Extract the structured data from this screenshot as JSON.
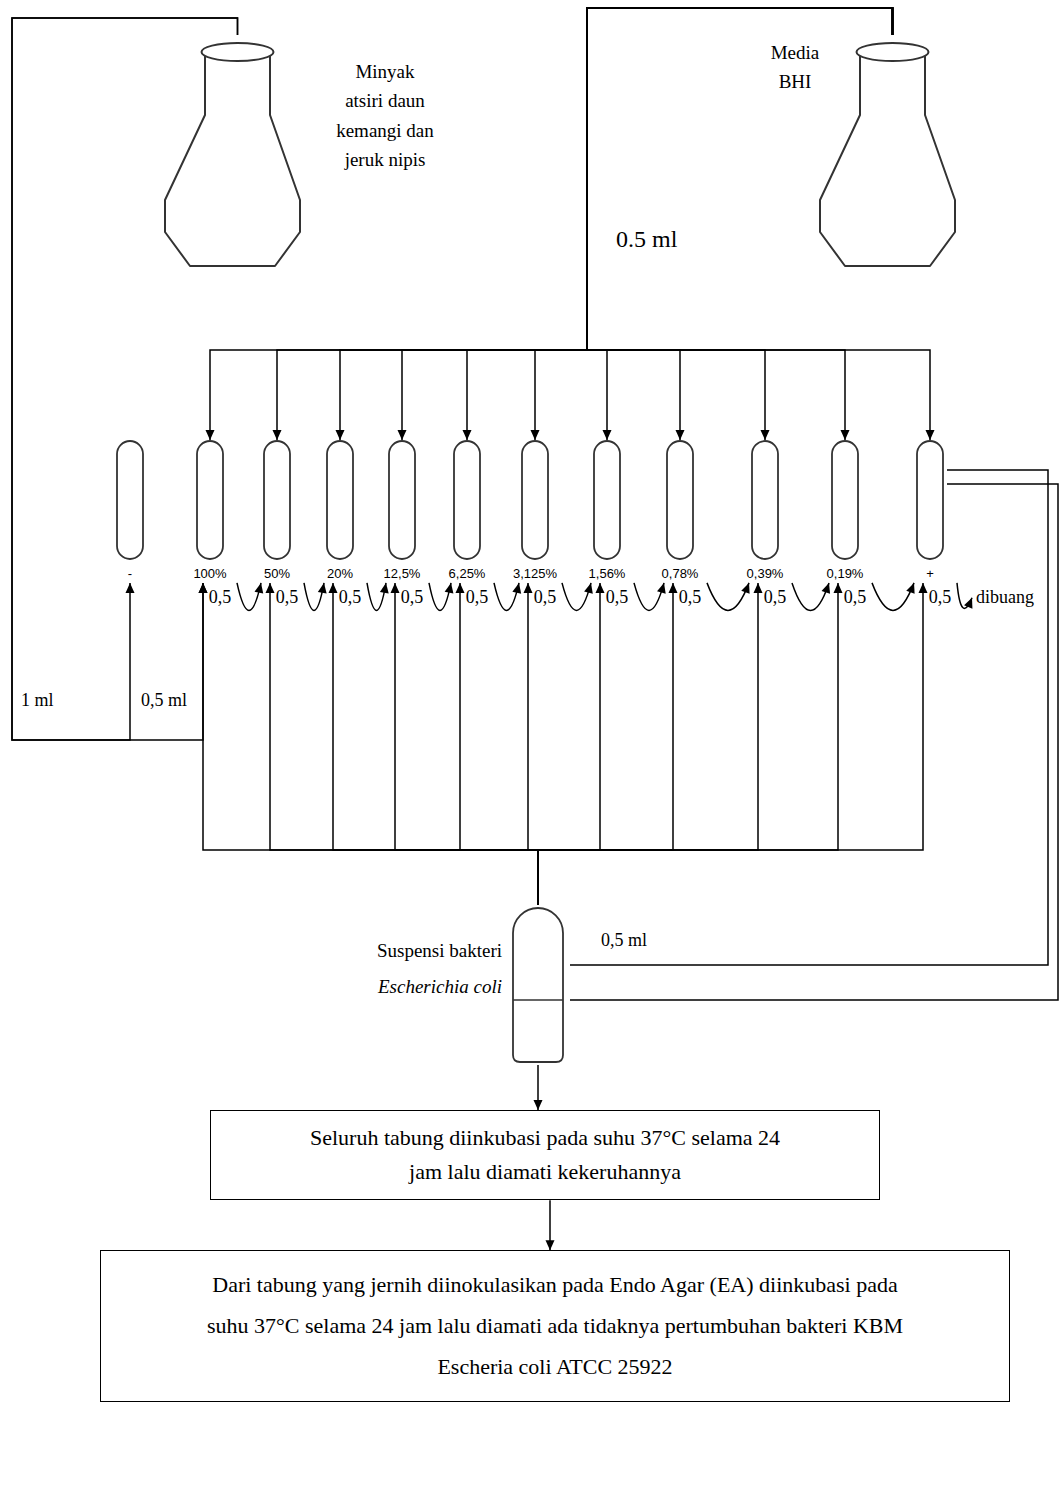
{
  "diagram": {
    "nodes": [
      {
        "text": [
          "Minyak atsiri daun kemangi dan jeruk nipis"
        ]
      },
      {
        "text": [
          "Media BHI"
        ]
      },
      {
        "text": [
          "-"
        ]
      },
      {
        "text": [
          "100%"
        ]
      },
      {
        "text": [
          "50%"
        ]
      },
      {
        "text": [
          "20%"
        ]
      },
      {
        "text": [
          "12,5%"
        ]
      },
      {
        "text": [
          "6,25%"
        ]
      },
      {
        "text": [
          "3,125%"
        ]
      },
      {
        "text": [
          "1,56%"
        ]
      },
      {
        "text": [
          "0,78%"
        ]
      },
      {
        "text": [
          "0,39%"
        ]
      },
      {
        "text": [
          "0,19%"
        ]
      },
      {
        "text": [
          "+"
        ]
      },
      {
        "text": [
          "Suspensi bakteri",
          "Escherichia coli"
        ]
      },
      {
        "text": [
          "Seluruh tabung diinkubasi pada suhu 37°C selama 24 jam lalu diamati kekeruhannya"
        ]
      },
      {
        "text": [
          "Dari tabung yang jernih diinokulasikan pada Endo Agar (EA) diinkubasi pada suhu 37°C selama 24 jam lalu diamati ada tidaknya pertumbuhan bakteri KBM Escheria coli ATCC 25922"
        ]
      }
    ],
    "edges": [
      {
        "from": 0,
        "to": 2,
        "arrow": "to"
      },
      {
        "from": 0,
        "to": 3,
        "arrow": "to"
      },
      {
        "from": 1,
        "to": 3,
        "arrow": "to"
      },
      {
        "from": 1,
        "to": 4,
        "arrow": "to"
      },
      {
        "from": 1,
        "to": 5,
        "arrow": "to"
      },
      {
        "from": 1,
        "to": 6,
        "arrow": "to"
      },
      {
        "from": 1,
        "to": 7,
        "arrow": "to"
      },
      {
        "from": 1,
        "to": 8,
        "arrow": "to"
      },
      {
        "from": 1,
        "to": 9,
        "arrow": "to"
      },
      {
        "from": 1,
        "to": 10,
        "arrow": "to"
      },
      {
        "from": 1,
        "to": 11,
        "arrow": "to"
      },
      {
        "from": 1,
        "to": 12,
        "arrow": "to"
      },
      {
        "from": 1,
        "to": 13,
        "arrow": "to"
      },
      {
        "from": 3,
        "to": 4,
        "arrow": "to"
      },
      {
        "from": 4,
        "to": 5,
        "arrow": "to"
      },
      {
        "from": 5,
        "to": 6,
        "arrow": "to"
      },
      {
        "from": 6,
        "to": 7,
        "arrow": "to"
      },
      {
        "from": 7,
        "to": 8,
        "arrow": "to"
      },
      {
        "from": 8,
        "to": 9,
        "arrow": "to"
      },
      {
        "from": 9,
        "to": 10,
        "arrow": "to"
      },
      {
        "from": 10,
        "to": 11,
        "arrow": "to"
      },
      {
        "from": 11,
        "to": 12,
        "arrow": "to"
      },
      {
        "from": 12,
        "to": 13,
        "arrow": "to"
      },
      {
        "from": 14,
        "to": 3,
        "arrow": "to"
      },
      {
        "from": 14,
        "to": 4,
        "arrow": "to"
      },
      {
        "from": 14,
        "to": 5,
        "arrow": "to"
      },
      {
        "from": 14,
        "to": 6,
        "arrow": "to"
      },
      {
        "from": 14,
        "to": 7,
        "arrow": "to"
      },
      {
        "from": 14,
        "to": 8,
        "arrow": "to"
      },
      {
        "from": 14,
        "to": 9,
        "arrow": "to"
      },
      {
        "from": 14,
        "to": 10,
        "arrow": "to"
      },
      {
        "from": 14,
        "to": 11,
        "arrow": "to"
      },
      {
        "from": 14,
        "to": 12,
        "arrow": "to"
      },
      {
        "from": 14,
        "to": 13,
        "arrow": "to"
      },
      {
        "from": 13,
        "to": 14,
        "arrow": "none"
      },
      {
        "from": 13,
        "to": 14,
        "arrow": "none"
      },
      {
        "from": 14,
        "to": 15,
        "arrow": "to"
      },
      {
        "from": 15,
        "to": 16,
        "arrow": "to"
      }
    ],
    "labels": [
      "0.5 ml",
      "1 ml",
      "0,5 ml",
      "0,5",
      "0,5",
      "0,5",
      "0,5",
      "0,5",
      "0,5",
      "0,5",
      "0,5",
      "0,5",
      "0,5",
      "0,5",
      "dibuang",
      "0,5 ml"
    ]
  }
}
